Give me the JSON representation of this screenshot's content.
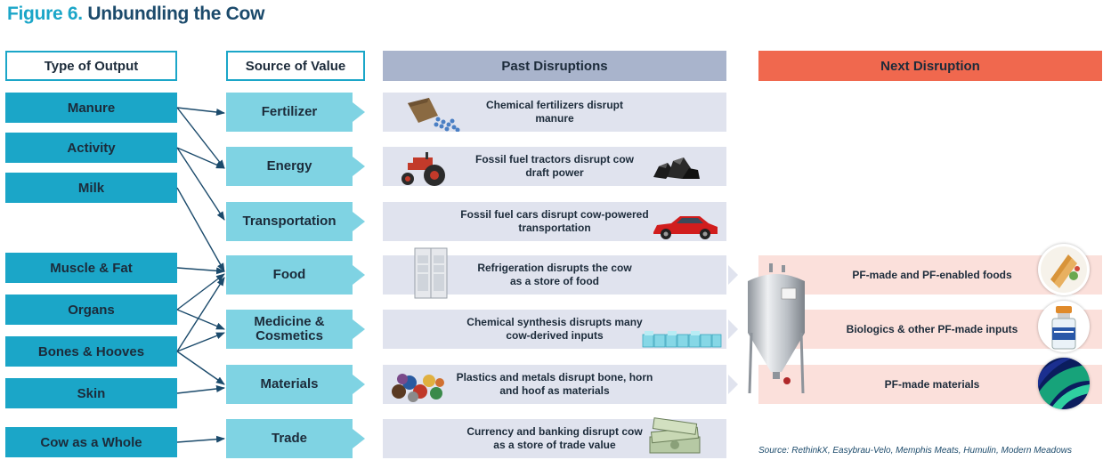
{
  "title": {
    "number": "Figure 6.",
    "text": "Unbundling the Cow"
  },
  "headers": {
    "type_of_output": "Type of Output",
    "source_of_value": "Source of Value",
    "past_disruptions": "Past Disruptions",
    "next_disruption": "Next Disruption"
  },
  "outputs": [
    "Manure",
    "Activity",
    "Milk",
    "Muscle & Fat",
    "Organs",
    "Bones & Hooves",
    "Skin",
    "Cow as a Whole"
  ],
  "sources": [
    "Fertilizer",
    "Energy",
    "Transportation",
    "Food",
    "Medicine & Cosmetics",
    "Materials",
    "Trade"
  ],
  "past": [
    "Chemical fertilizers disrupt manure",
    "Fossil fuel tractors disrupt cow draft power",
    "Fossil fuel cars disrupt cow-powered transportation",
    "Refrigeration disrupts the cow as a store of food",
    "Chemical synthesis disrupts many cow-derived inputs",
    "Plastics and metals disrupt bone, horn and hoof as materials",
    "Currency and banking disrupt cow as a store of trade value"
  ],
  "next": [
    "PF-made and PF-enabled foods",
    "Biologics & other PF-made inputs",
    "PF-made materials"
  ],
  "source_note": "Source: RethinkX, Easybrau-Velo, Memphis Meats, Humulin, Modern Meadows",
  "colors": {
    "teal": "#1ba6c8",
    "light_teal": "#7fd3e3",
    "past_header": "#a9b4cc",
    "next_header": "#f0684e",
    "arrow": "#1b4a6b"
  }
}
